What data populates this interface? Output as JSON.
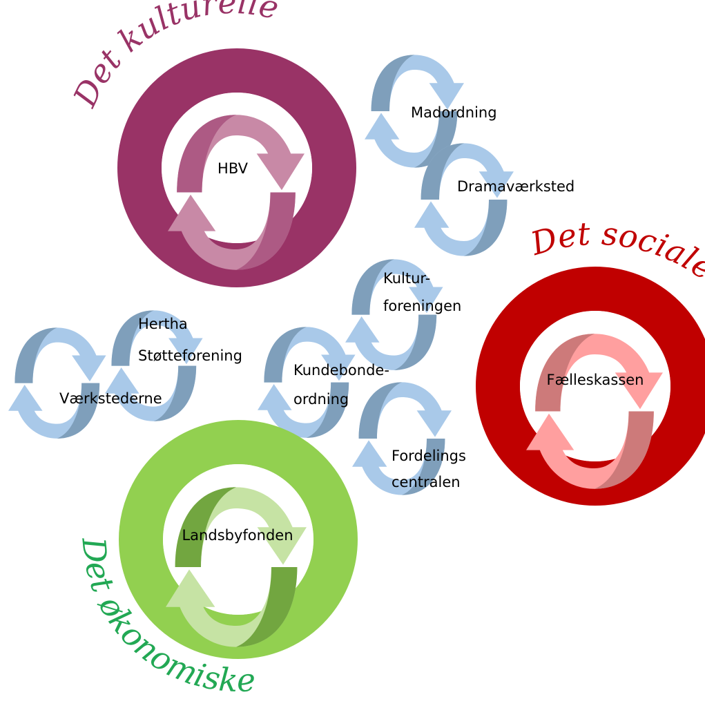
{
  "rings": [
    {
      "id": "kulturelle",
      "title": "Det kulturelle",
      "inner_label": "HBV",
      "colors": {
        "ring": "#993366",
        "arrow_dark": "#ad5a84",
        "arrow_light": "#c889a6",
        "title": "#993366"
      }
    },
    {
      "id": "sociale",
      "title": "Det sociale",
      "inner_label": "Fælleskassen",
      "colors": {
        "ring": "#c00000",
        "arrow_dark": "#cd7a7a",
        "arrow_light": "#ff9f9f",
        "title": "#c00000"
      }
    },
    {
      "id": "okonomiske",
      "title": "Det økonomiske",
      "inner_label": "Landsbyfonden",
      "colors": {
        "ring": "#92d050",
        "arrow_dark": "#72a640",
        "arrow_light": "#c6e3a4",
        "title": "#22a854"
      }
    }
  ],
  "cycles": [
    {
      "id": "madordning",
      "lines": [
        "Madordning"
      ]
    },
    {
      "id": "dramavaerksted",
      "lines": [
        "Dramaværksted"
      ]
    },
    {
      "id": "kulturforeningen",
      "lines": [
        "Kultur-",
        "foreningen"
      ]
    },
    {
      "id": "kundebondeordning",
      "lines": [
        "Kundebonde-",
        "ordning"
      ]
    },
    {
      "id": "fordelingscentralen",
      "lines": [
        "Fordelings",
        "centralen"
      ]
    },
    {
      "id": "hertha",
      "lines": [
        "Hertha",
        "Støtteforening"
      ]
    },
    {
      "id": "vaerkstederne",
      "lines": [
        "Værkstederne"
      ]
    }
  ],
  "cycle_colors": {
    "dark": "#7f9fbb",
    "light": "#a9c9e9"
  }
}
